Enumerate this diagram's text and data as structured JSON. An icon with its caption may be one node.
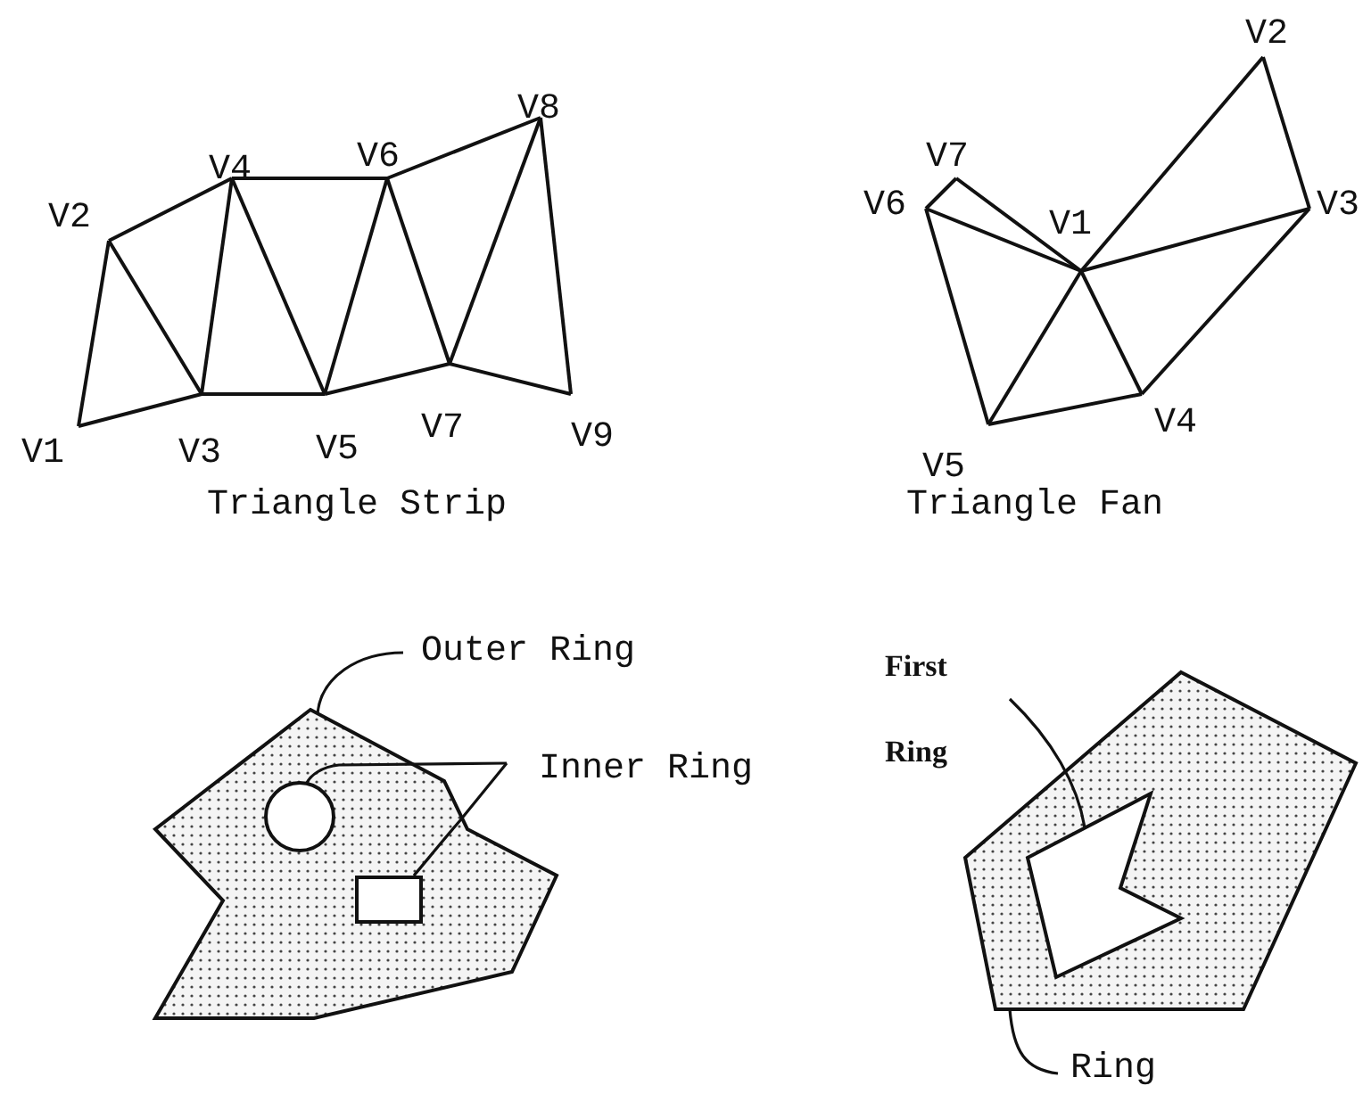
{
  "diagram": {
    "nodes": [
      {
        "text": [
          "Outer Ring"
        ]
      },
      {
        "text": [],
        "shape": "polygon"
      },
      {
        "text": [],
        "shape": "circle",
        "in": 1
      },
      {
        "text": [],
        "shape": "box",
        "in": 1
      },
      {
        "text": [
          "Inner Ring"
        ]
      },
      {
        "text": [
          "First Ring"
        ]
      },
      {
        "text": [],
        "shape": "polygon"
      },
      {
        "text": [],
        "shape": "polygon",
        "in": 6
      },
      {
        "text": [
          "Ring"
        ]
      }
    ],
    "edges": [
      {
        "from": 0,
        "to": 1,
        "arrow": "none"
      },
      {
        "from": 4,
        "to": 2,
        "arrow": "none"
      },
      {
        "from": 4,
        "to": 3,
        "arrow": "none"
      },
      {
        "from": 5,
        "to": 7,
        "arrow": "none"
      },
      {
        "from": 8,
        "to": 6,
        "arrow": "none"
      }
    ],
    "labels": [
      "V1",
      "V2",
      "V3",
      "V4",
      "V5",
      "V6",
      "V7",
      "V8",
      "V9",
      "Triangle Strip",
      "V1",
      "V2",
      "V3",
      "V4",
      "V5",
      "V6",
      "V7",
      "Triangle Fan"
    ]
  }
}
